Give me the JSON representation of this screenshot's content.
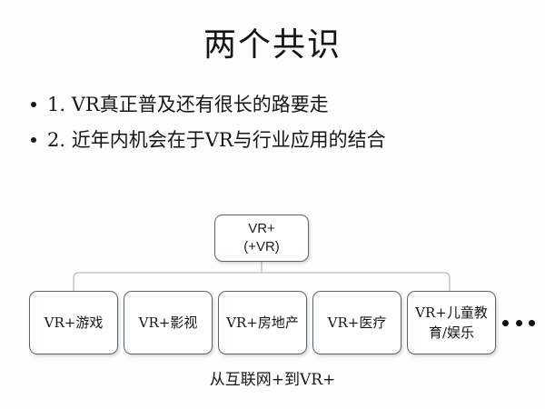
{
  "slide": {
    "title": "两个共识",
    "background_color": "#fdfdfd"
  },
  "bullets": [
    {
      "marker": "bullet-dot",
      "text": "1. VR真正普及还有很长的路要走"
    },
    {
      "marker": "bullet-dot",
      "text": "2. 近年内机会在于VR与行业应用的结合"
    }
  ],
  "diagram": {
    "root": {
      "line1": "VR+",
      "line2": "(+VR)"
    },
    "children": [
      {
        "label": "VR+游戏"
      },
      {
        "label": "VR+影视"
      },
      {
        "label": "VR+房地产"
      },
      {
        "label": "VR+医疗"
      },
      {
        "label": "VR+儿童教育/娱乐"
      }
    ],
    "overflow_indicator": "•••",
    "caption": "从互联网+到VR+",
    "colors": {
      "node_border": "#5c6472",
      "node_fill": "#ffffff",
      "connector": "#b9bcc2",
      "text": "#151515"
    }
  }
}
